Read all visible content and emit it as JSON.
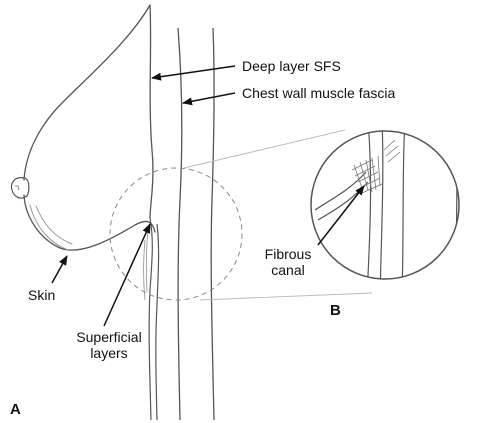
{
  "figure": {
    "panel_labels": {
      "a": "A",
      "b": "B"
    },
    "labels": {
      "deep_layer_sfs": "Deep layer SFS",
      "chest_wall_muscle_fascia": "Chest wall muscle fascia",
      "skin": "Skin",
      "superficial_layers_line1": "Superficial",
      "superficial_layers_line2": "layers",
      "fibrous_canal_line1": "Fibrous",
      "fibrous_canal_line2": "canal"
    },
    "colors": {
      "stroke": "#555555",
      "ink": "#111111",
      "shading": "#9a9a9a",
      "dashed_circle": "#8a8a8a",
      "guide_lines": "#bbbbbb"
    }
  }
}
